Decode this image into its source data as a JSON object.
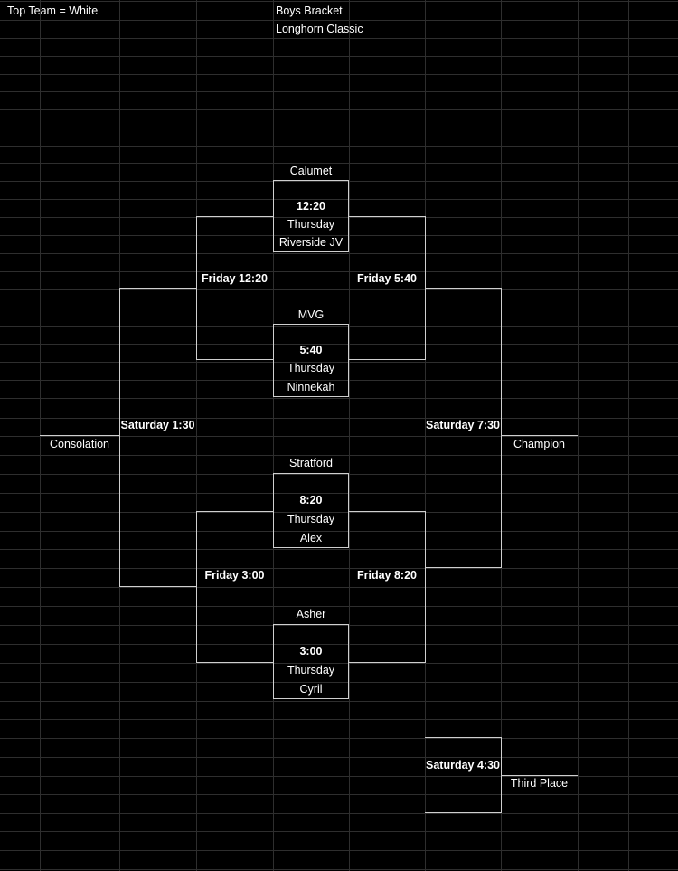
{
  "sheet": {
    "note": "Top Team = White",
    "title": "Boys Bracket",
    "subtitle": "Longhorn Classic"
  },
  "bracket": {
    "game1": {
      "top": "Calumet",
      "time": "12:20",
      "day": "Thursday",
      "bottom": "Riverside JV"
    },
    "game2": {
      "top": "MVG",
      "time": "5:40",
      "day": "Thursday",
      "bottom": "Ninnekah"
    },
    "game3": {
      "top": "Stratford",
      "time": "8:20",
      "day": "Thursday",
      "bottom": "Alex"
    },
    "game4": {
      "top": "Asher",
      "time": "3:00",
      "day": "Thursday",
      "bottom": "Cyril"
    },
    "friday_left_top": "Friday 12:20",
    "friday_right_top": "Friday 5:40",
    "friday_left_bottom": "Friday 3:00",
    "friday_right_bottom": "Friday 8:20",
    "saturday_left": "Saturday 1:30",
    "saturday_right": "Saturday 7:30",
    "saturday_third": "Saturday 4:30",
    "consolation": "Consolation",
    "champion": "Champion",
    "third_place": "Third Place"
  },
  "colors": {
    "background": "#000000",
    "grid": "#2e2e2e",
    "text": "#ffffff",
    "bracket_line": "#cfcfcf"
  }
}
